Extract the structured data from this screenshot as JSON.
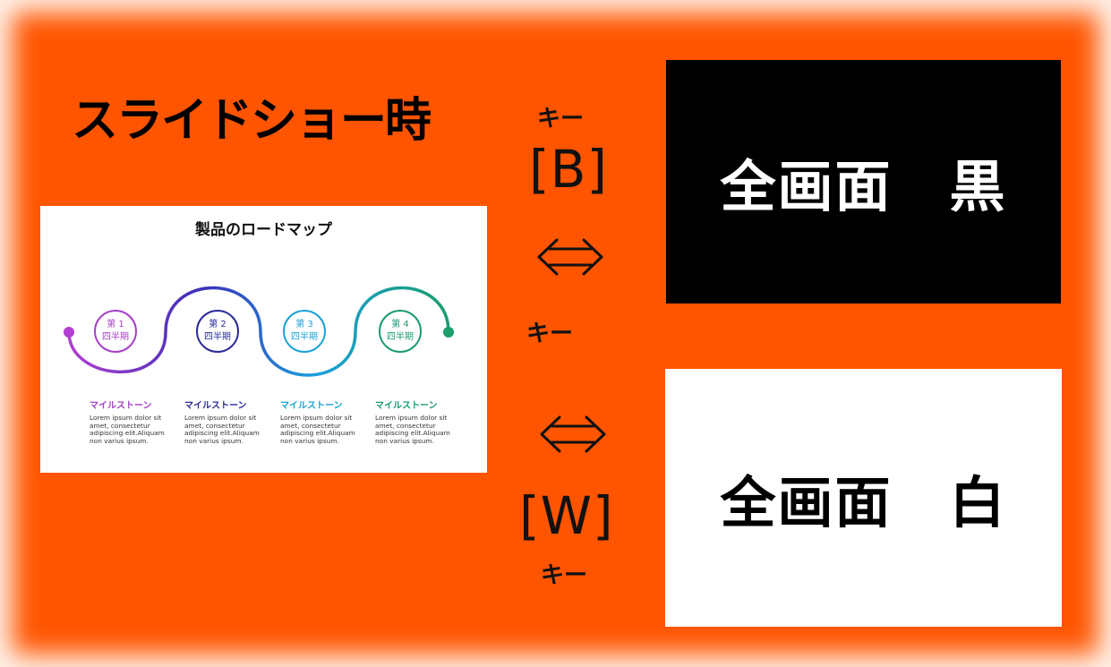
{
  "title": "スライドショー時",
  "slide": {
    "title": "製品のロードマップ",
    "quarters": [
      {
        "line1": "第 1",
        "line2": "四半期",
        "color": "#a53fc7"
      },
      {
        "line1": "第 2",
        "line2": "四半期",
        "color": "#2a2a9a"
      },
      {
        "line1": "第 3",
        "line2": "四半期",
        "color": "#1aa3d6"
      },
      {
        "line1": "第 4",
        "line2": "四半期",
        "color": "#1b9a75"
      }
    ],
    "milestones": [
      {
        "title": "マイルストーン",
        "text": "Lorem ipsum dolor sit amet, consectetur adipiscing elit.Aliquam non varius ipsum.",
        "color": "#a53fc7"
      },
      {
        "title": "マイルストーン",
        "text": "Lorem ipsum dolor sit amet, consectetur adipiscing elit.Aliquam non varius ipsum.",
        "color": "#2a2a9a"
      },
      {
        "title": "マイルストーン",
        "text": "Lorem ipsum dolor sit amet, consectetur adipiscing elit.Aliquam non varius ipsum.",
        "color": "#1aa3d6"
      },
      {
        "title": "マイルストーン",
        "text": "Lorem ipsum dolor sit amet, consectetur adipiscing elit.Aliquam non varius ipsum.",
        "color": "#1b9a75"
      }
    ]
  },
  "keys": {
    "b_label_top": "キー",
    "b_key": "[B]",
    "middle_label": "キー",
    "w_key": "[W]",
    "w_label_bottom": "キー"
  },
  "panels": {
    "black": "全画面　黒",
    "white": "全画面　白"
  },
  "colors": {
    "background": "#ff5500",
    "panel_black": "#000000",
    "panel_white": "#ffffff"
  },
  "icons": [
    "double-arrow-icon",
    "double-arrow-icon"
  ]
}
